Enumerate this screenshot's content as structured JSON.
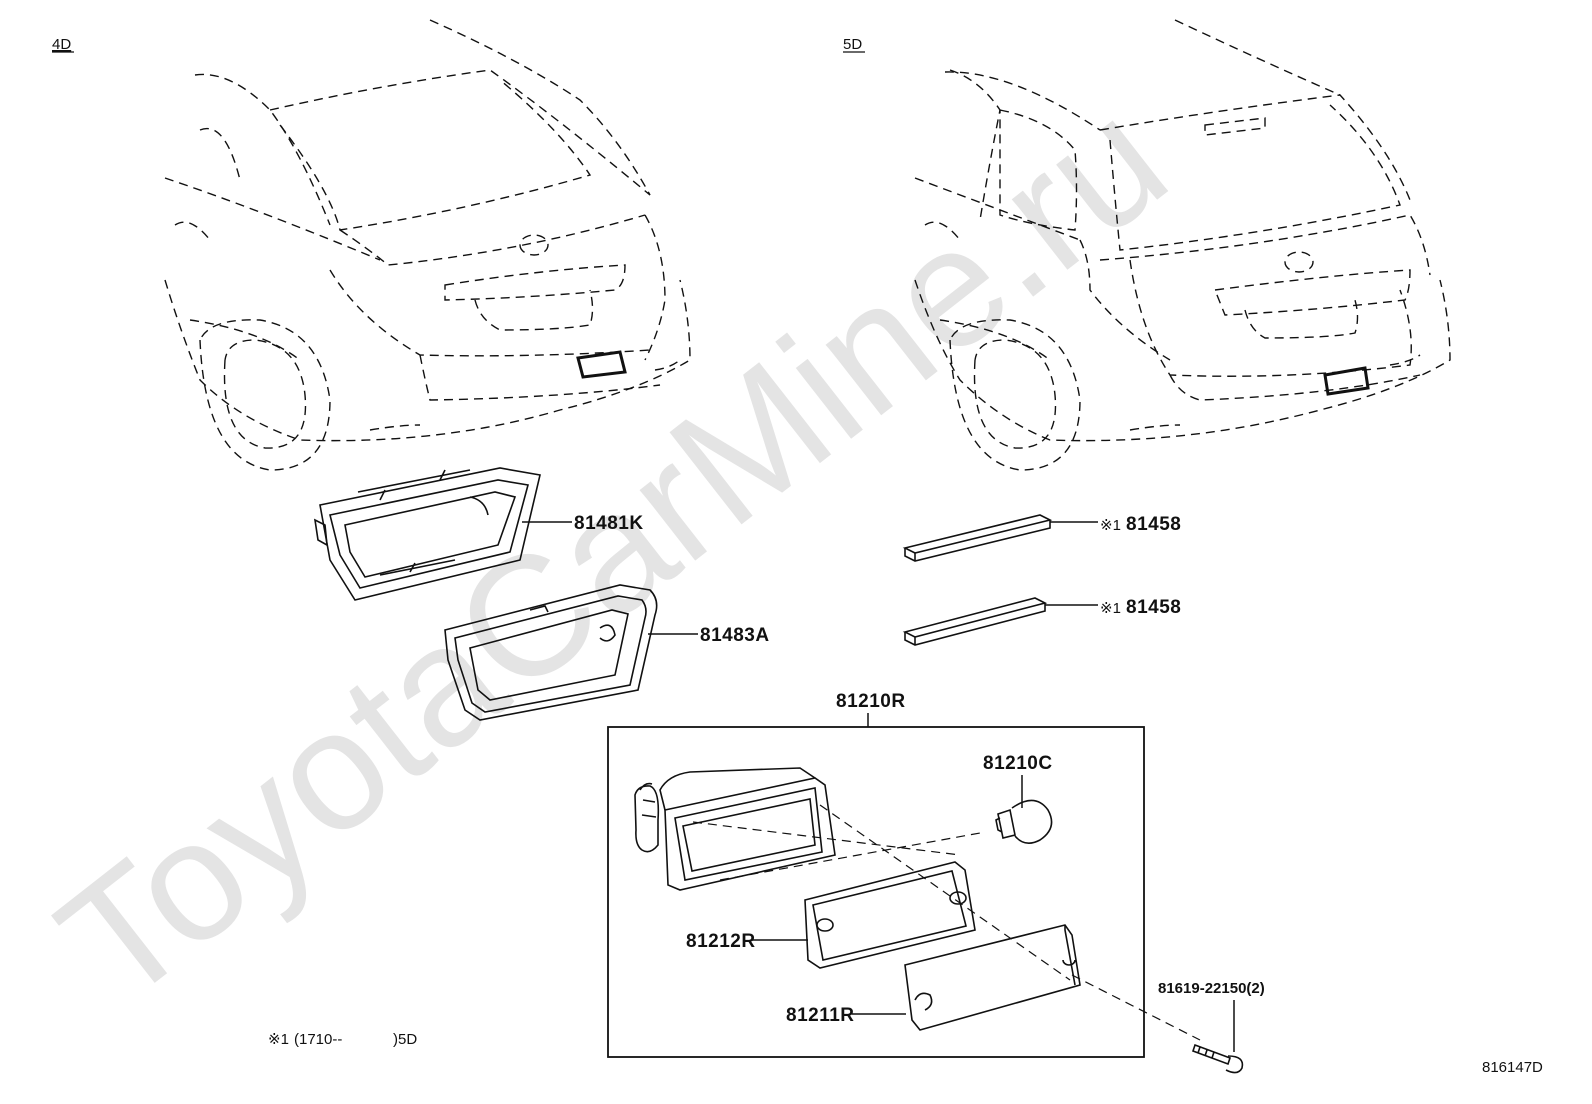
{
  "watermark": "ToyotaCarMine.ru",
  "views": {
    "sedan": {
      "label": "4D"
    },
    "hatch": {
      "label": "5D"
    }
  },
  "parts": {
    "p81481K": "81481K",
    "p81483A": "81483A",
    "p81458_upper": "81458",
    "p81458_lower": "81458",
    "mark_upper": "※1",
    "mark_lower": "※1",
    "p81210R": "81210R",
    "p81210C": "81210C",
    "p81212R": "81212R",
    "p81211R": "81211R",
    "p81619": "81619-22150(2)"
  },
  "footnote": {
    "mark": "※1",
    "range": "(1710--",
    "model": ")5D"
  },
  "diagram_code": "816147D"
}
